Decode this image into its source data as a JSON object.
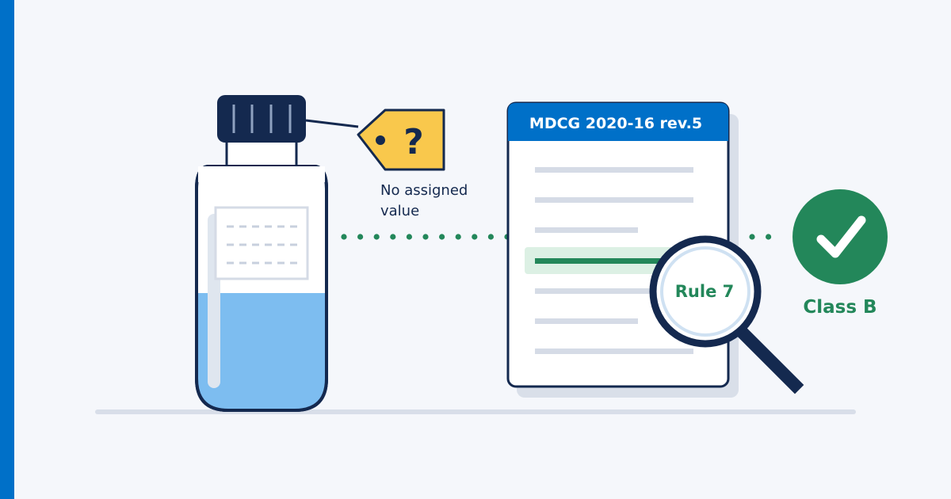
{
  "tag": {
    "symbol": "?",
    "caption_line1": "No assigned",
    "caption_line2": "value"
  },
  "document": {
    "title": "MDCG 2020-16 rev.5"
  },
  "magnifier": {
    "label": "Rule 7"
  },
  "result": {
    "label": "Class B",
    "icon": "checkmark-icon"
  },
  "colors": {
    "background": "#f5f7fb",
    "accent_bar": "#0070c8",
    "navy": "#14294f",
    "liquid": "#7dbdf0",
    "tag_yellow": "#f9c84c",
    "green": "#23875a",
    "highlight": "#dcf0e4"
  }
}
